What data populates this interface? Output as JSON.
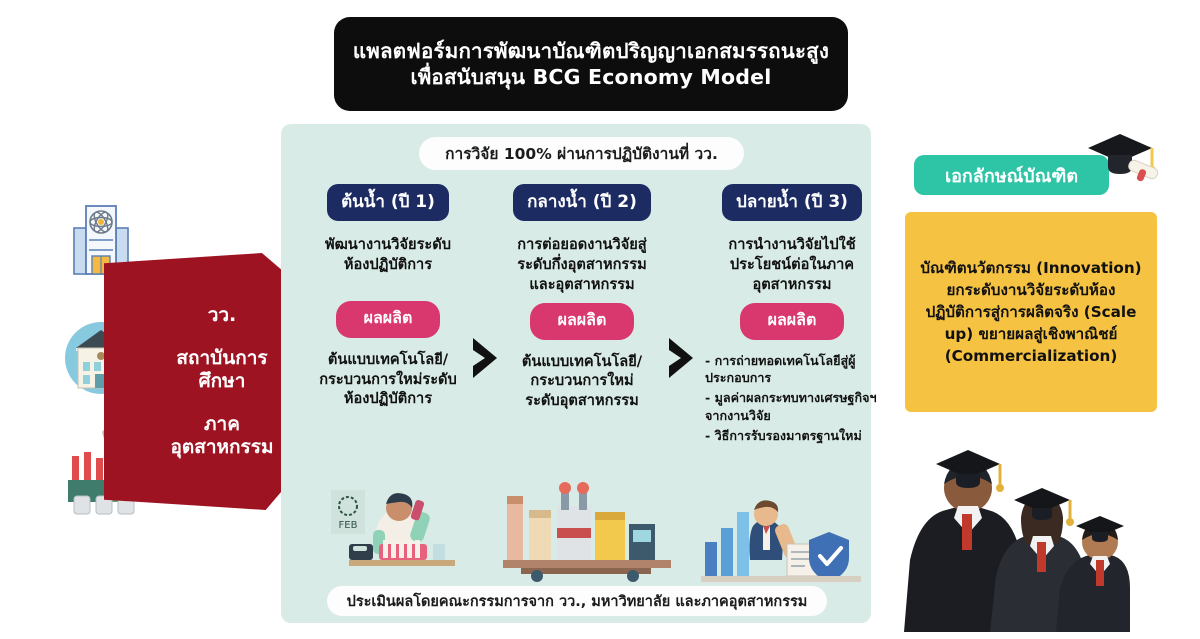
{
  "title": {
    "line1": "แพลตฟอร์มการพัฒนาบัณฑิตปริญญาเอกสมรรถนะสูง",
    "line2": "เพื่อสนับสนุน BCG Economy Model"
  },
  "left_panel": {
    "label_1": "วว.",
    "label_2": "สถาบันการ\nศึกษา",
    "label_2_line1": "สถาบันการ",
    "label_2_line2": "ศึกษา",
    "label_3_line1": "ภาค",
    "label_3_line2": "อุตสาหกรรม",
    "icons": [
      "research-building-icon",
      "university-icon",
      "factory-icon"
    ],
    "color": "#9e1322"
  },
  "panel": {
    "banner": "การวิจัย 100% ผ่านการปฏิบัติงานที่ วว.",
    "footer": "ประเมินผลโดยคณะกรรมการจาก วว., มหาวิทยาลัย และภาคอุตสาหกรรม",
    "background_color": "#d9ebe6",
    "stage_pill_color": "#1d2b63",
    "output_pill_color": "#d9386e",
    "columns": [
      {
        "stage": "ต้นน้ำ (ปี 1)",
        "description_lines": [
          "พัฒนางานวิจัยระดับ",
          "ห้องปฏิบัติการ"
        ],
        "output_label": "ผลผลิต",
        "output_lines": [
          "ต้นแบบเทคโนโลยี/",
          "กระบวนการใหม่ระดับ",
          "ห้องปฏิบัติการ"
        ],
        "illustration": "lab-scientist-illustration"
      },
      {
        "stage": "กลางน้ำ (ปี 2)",
        "description_lines": [
          "การต่อยอดงานวิจัยสู่",
          "ระดับกึ่งอุตสาหกรรม",
          "และอุตสาหกรรม"
        ],
        "output_label": "ผลผลิต",
        "output_lines": [
          "ต้นแบบเทคโนโลยี/",
          "กระบวนการใหม่",
          "ระดับอุตสาหกรรม"
        ],
        "illustration": "factory-machine-illustration"
      },
      {
        "stage": "ปลายน้ำ (ปี 3)",
        "description_lines": [
          "การนำงานวิจัยไปใช้",
          "ประโยชน์ต่อในภาค",
          "อุตสาหกรรม"
        ],
        "output_label": "ผลผลิต",
        "output_bullets": [
          "- การถ่ายทอดเทคโนโลยีสู่ผู้ประกอบการ",
          "- มูลค่าผลกระทบทางเศรษฐกิจฯ จากงานวิจัย",
          "- วิธีการรับรองมาตรฐานใหม่"
        ],
        "illustration": "businessman-growth-illustration"
      }
    ],
    "arrows": [
      "chevron-right-icon",
      "chevron-right-icon"
    ]
  },
  "right_panel": {
    "badge": "เอกลักษณ์บัณฑิต",
    "badge_color": "#2ec4a6",
    "box_color": "#f5c242",
    "box_lines": [
      "บัณฑิตนวัตกรรม (Innovation)",
      "ยกระดับงานวิจัยระดับห้อง",
      "ปฏิบัติการสู่การผลิตจริง (Scale",
      "up) ขยายผลสู่เชิงพาณิชย์",
      "(Commercialization)"
    ],
    "graduate_cap_icon": "graduation-cap-diploma-icon",
    "graduates_illustration": "graduates-photo-illustration"
  }
}
